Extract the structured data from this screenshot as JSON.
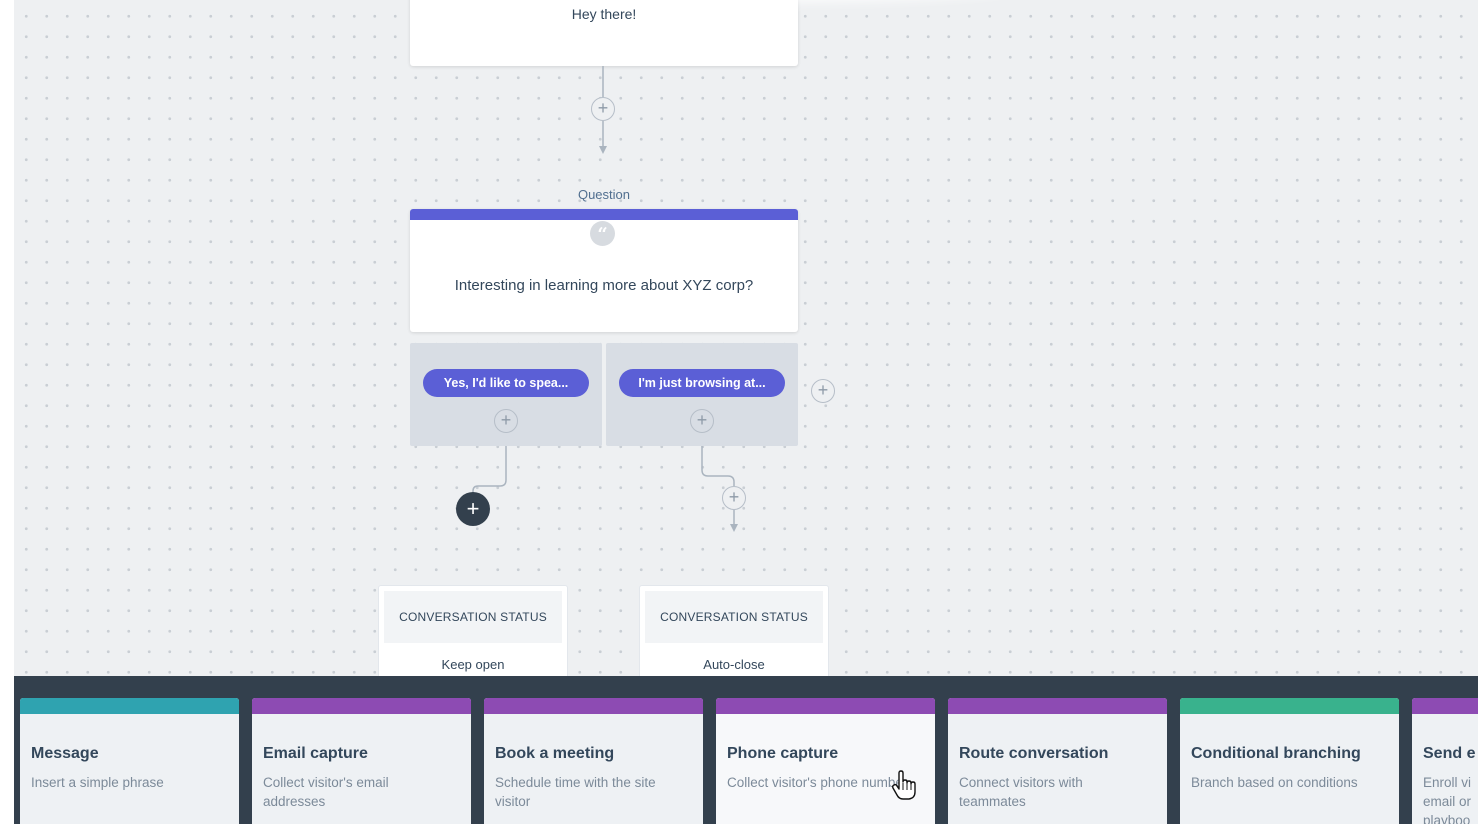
{
  "flow": {
    "greeting": {
      "text": "Hey there!"
    },
    "question": {
      "label": "Question",
      "icon": "quote-icon",
      "text": "Interesting in learning more about XYZ corp?"
    },
    "answers": [
      {
        "label": "Yes, I'd like to spea..."
      },
      {
        "label": "I'm just browsing at..."
      }
    ],
    "statuses": [
      {
        "header": "CONVERSATION STATUS",
        "value": "Keep open"
      },
      {
        "header": "CONVERSATION STATUS",
        "value": "Auto-close"
      }
    ],
    "accent_color": "#5b5fd6"
  },
  "palette": {
    "items": [
      {
        "title": "Message",
        "description": "Insert a simple phrase",
        "color": "#2fa3b0"
      },
      {
        "title": "Email capture",
        "description": "Collect visitor's email addresses",
        "color": "#8d4bb3"
      },
      {
        "title": "Book a meeting",
        "description": "Schedule time with the site visitor",
        "color": "#8d4bb3"
      },
      {
        "title": "Phone capture",
        "description": "Collect visitor's phone number",
        "color": "#8d4bb3"
      },
      {
        "title": "Route conversation",
        "description": "Connect visitors with teammates",
        "color": "#8d4bb3"
      },
      {
        "title": "Conditional branching",
        "description": "Branch based on conditions",
        "color": "#39b28d"
      },
      {
        "title": "Send e",
        "description": "Enroll vi email or playboo",
        "color": "#8d4bb3"
      }
    ]
  }
}
